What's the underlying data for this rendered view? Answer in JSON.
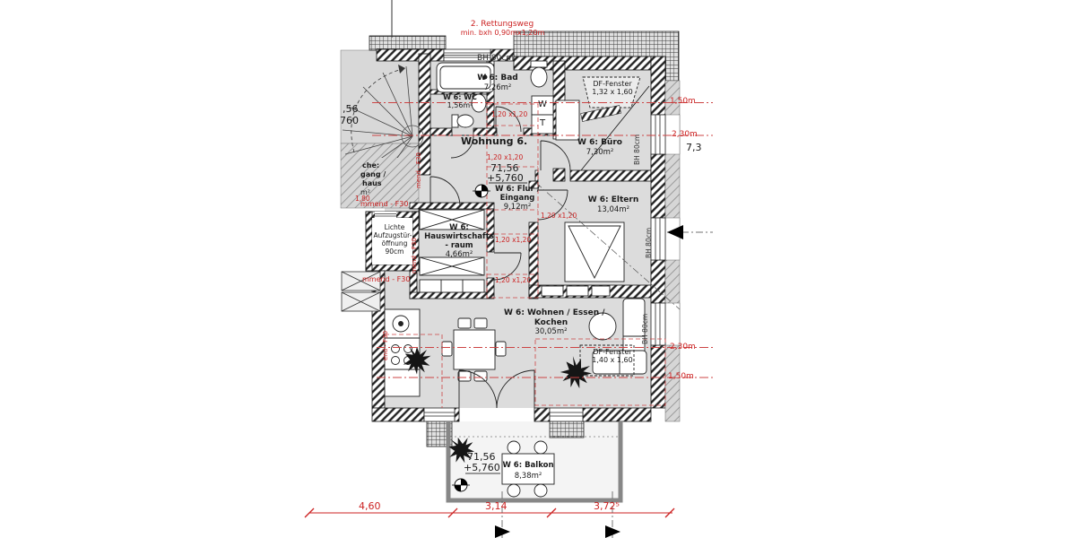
{
  "meta": {
    "type": "architectural floor plan",
    "apartment": "Wohnung 6"
  },
  "annotations": {
    "rescue_line1": "2. Rettungsweg",
    "rescue_line2": "min. bxh 0,90mx1,20m",
    "bh_top": "BH 80cm",
    "bh_buero": "BH 80cm",
    "bh_eltern": "BH 80cm",
    "bh_wohnen": "BH 80cm",
    "df_top_label": "DF-Fenster",
    "df_top_size": "1,32 x 1,60",
    "df_bottom_label": "DF-Fenster",
    "df_bottom_size": "1,40 x 1,60",
    "skylight_size": "1,20 x1,20",
    "apartment_title": "Wohnung 6.",
    "level_main_1": "71,56",
    "level_main_2": "+5,760",
    "level_balkon_1": "71,56",
    "level_balkon_2": "+5,760",
    "lift_l1": "Lichte",
    "lift_l2": "Aufzugstür-",
    "lift_l3": "öffnung",
    "lift_l4": "90cm",
    "fire_rating_a": "mmend - F30",
    "fire_rating_b": "mmend - F30",
    "fire_rating_v1": "mend - F30",
    "fire_rating_v2": "mend - F30",
    "fire_rating_v3": "end - F30",
    "left_cut_level1": ",56",
    "left_cut_level2": "760",
    "left_cut_t1": "che:",
    "left_cut_t2": "gang /",
    "left_cut_t3": "haus",
    "left_cut_t4": "m²",
    "left_cut_t5": "1,80",
    "washer": "W",
    "dryer": "T"
  },
  "rooms": {
    "bad": {
      "name": "W 6: Bad",
      "area": "7,26m²"
    },
    "wc": {
      "name": "W 6: WC",
      "area": "1,56m²"
    },
    "buero": {
      "name": "W 6: Büro",
      "area": "7,30m²"
    },
    "flur": {
      "name1": "W 6: Flur /",
      "name2": "Eingang",
      "area": "9,12m²"
    },
    "eltern": {
      "name": "W 6: Eltern",
      "area": "13,04m²"
    },
    "hwr": {
      "name1": "W 6:",
      "name2": "Hauswirtschafts",
      "name3": "- raum",
      "area": "4,66m²"
    },
    "wohnen": {
      "name1": "W 6: Wohnen / Essen /",
      "name2": "Kochen",
      "area": "30,05m²"
    },
    "balkon": {
      "name": "W 6: Balkon",
      "area": "8,38m²"
    }
  },
  "dimensions": {
    "right_top_150": "1,50m",
    "right_top_230": "2,30m",
    "right_total": "7,3",
    "right_bottom_230": "2,30m",
    "right_bottom_150": "1,50m",
    "bottom_1": "4,60",
    "bottom_2": "3,14",
    "bottom_3": "3,72⁵"
  },
  "colors": {
    "dim_red": "#cc2222",
    "wall": "#1a1a1a",
    "floor": "#dcdcdc"
  }
}
